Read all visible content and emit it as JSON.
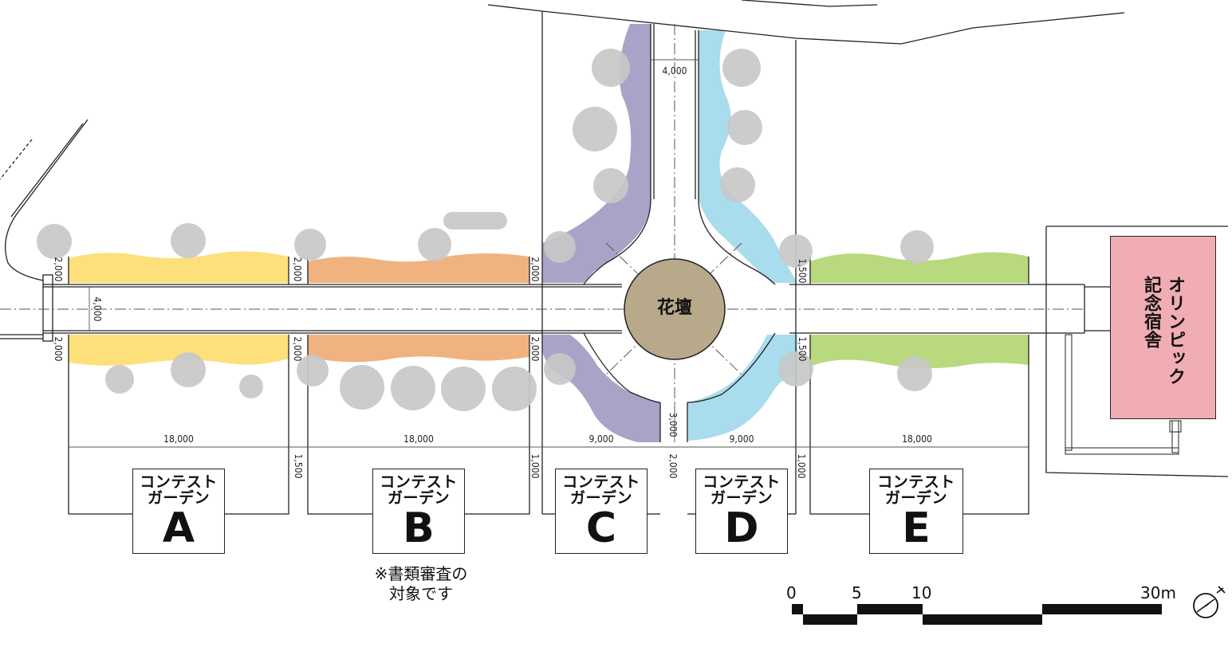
{
  "center_label": "花壇",
  "building": {
    "label": "オリンピック記念宿舎"
  },
  "gardens": [
    {
      "id": "A",
      "title_line1": "コンテスト",
      "title_line2": "ガーデン",
      "letter": "A",
      "color": "#fde07c"
    },
    {
      "id": "B",
      "title_line1": "コンテスト",
      "title_line2": "ガーデン",
      "letter": "B",
      "color": "#f0b27f"
    },
    {
      "id": "C",
      "title_line1": "コンテスト",
      "title_line2": "ガーデン",
      "letter": "C",
      "color": "#aaa3c8"
    },
    {
      "id": "D",
      "title_line1": "コンテスト",
      "title_line2": "ガーデン",
      "letter": "D",
      "color": "#a9dcec"
    },
    {
      "id": "E",
      "title_line1": "コンテスト",
      "title_line2": "ガーデン",
      "letter": "E",
      "color": "#b9d97e"
    }
  ],
  "note": {
    "line1": "※書類審査の",
    "line2": "対象です"
  },
  "dimensions": {
    "width_A": "18,000",
    "width_B": "18,000",
    "width_C": "9,000",
    "width_D": "9,000",
    "width_E": "18,000",
    "gap_AB": "1,500",
    "gap_BC": "1,000",
    "gap_CD": "2,000",
    "gap_DE": "1,000",
    "road_width": "4,000",
    "north_path_width": "4,000",
    "south_gap": "3,000",
    "depth_A_top": "2,000",
    "depth_A_bottom": "2,000",
    "depth_B_top": "2,000",
    "depth_B_bottom": "2,000",
    "depth_C_top": "2,000",
    "depth_C_bottom": "2,000",
    "depth_E_top": "1,500",
    "depth_E_bottom": "1,500"
  },
  "scale_bar": {
    "labels": [
      "0",
      "5",
      "10",
      "30m"
    ]
  },
  "colors": {
    "tree": "#c8c8c8",
    "flowerbed": "#b8a98a",
    "building": "#f1adb4"
  },
  "icons": [
    "north-arrow-icon"
  ]
}
